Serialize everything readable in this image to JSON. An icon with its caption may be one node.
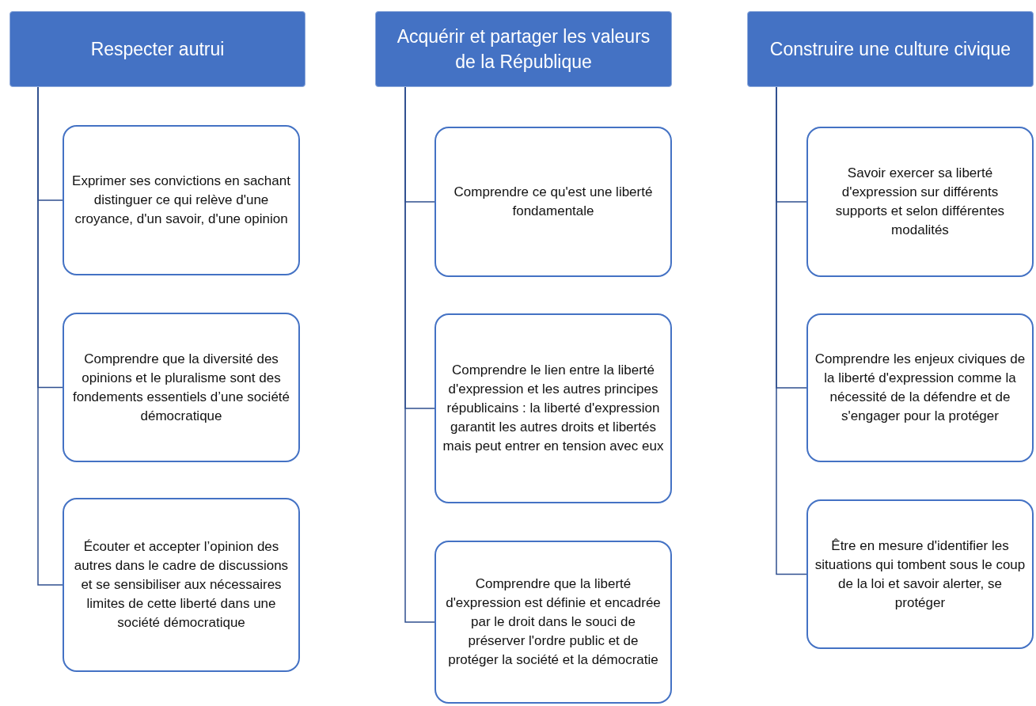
{
  "diagram": {
    "nodes": [
      {
        "text": [
          "Respecter autrui"
        ]
      },
      {
        "text": [
          "Exprimer ses convictions en sachant distinguer ce qui relève d'une croyance, d'un savoir, d'une opinion"
        ]
      },
      {
        "text": [
          "Comprendre que la diversité des opinions et le pluralisme sont des fondements essentiels d’une société démocratique"
        ]
      },
      {
        "text": [
          "Écouter et accepter l’opinion des autres dans le cadre de discussions et se sensibiliser aux nécessaires limites de cette liberté dans une société démocratique"
        ]
      },
      {
        "text": [
          "Acquérir et partager les valeurs de la République"
        ]
      },
      {
        "text": [
          "Comprendre ce qu'est une liberté fondamentale"
        ]
      },
      {
        "text": [
          "Comprendre le lien entre la liberté d'expression et les autres principes républicains : la liberté d'expression garantit les autres droits et libertés mais peut entrer en tension avec eux"
        ]
      },
      {
        "text": [
          "Comprendre que la liberté d'expression est définie et encadrée par le droit dans le souci de préserver l'ordre public et de protéger la société et la démocratie"
        ]
      },
      {
        "text": [
          "Construire une culture civique"
        ]
      },
      {
        "text": [
          "Savoir exercer sa liberté d'expression sur différents supports et selon différentes modalités"
        ]
      },
      {
        "text": [
          "Comprendre les enjeux civiques de la liberté d'expression comme la nécessité de la défendre et de s'engager pour la protéger"
        ]
      },
      {
        "text": [
          "Être en mesure d'identifier les situations qui tombent sous le coup de la loi et savoir alerter, se protéger"
        ]
      }
    ],
    "edges": [
      {
        "from": 0,
        "to": 1,
        "arrow": "none"
      },
      {
        "from": 0,
        "to": 2,
        "arrow": "none"
      },
      {
        "from": 0,
        "to": 3,
        "arrow": "none"
      },
      {
        "from": 4,
        "to": 5,
        "arrow": "none"
      },
      {
        "from": 4,
        "to": 6,
        "arrow": "none"
      },
      {
        "from": 4,
        "to": 7,
        "arrow": "none"
      },
      {
        "from": 8,
        "to": 9,
        "arrow": "none"
      },
      {
        "from": 8,
        "to": 10,
        "arrow": "none"
      },
      {
        "from": 8,
        "to": 11,
        "arrow": "none"
      }
    ]
  }
}
